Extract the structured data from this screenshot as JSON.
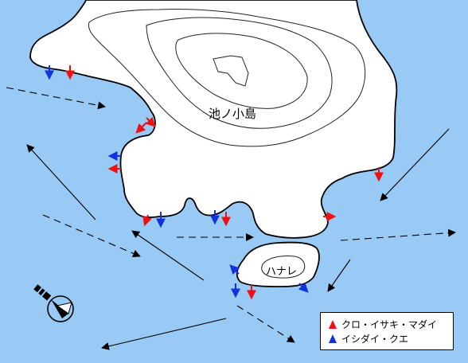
{
  "map": {
    "island_main_label": "池ノ小島",
    "islet_label": "ハナレ",
    "colors": {
      "sea": "#99c9f5",
      "land": "#ffffff",
      "red_fish": "#ee1111",
      "blue_fish": "#1133dd"
    },
    "legend": {
      "red_label": "クロ・イサキ・マダイ",
      "blue_label": "イシダイ・クエ"
    },
    "compass_icon": "compass-rose-icon"
  }
}
